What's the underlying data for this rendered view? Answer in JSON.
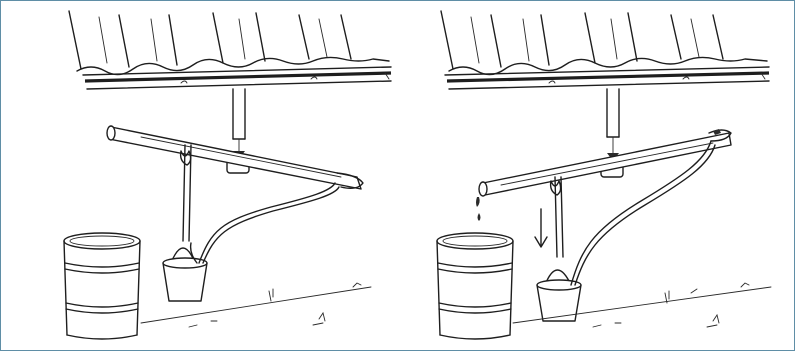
{
  "figure": {
    "panels": [
      {
        "id": "left",
        "state": "bucket-resting"
      },
      {
        "id": "right",
        "state": "bucket-lowering"
      }
    ],
    "colors": {
      "ink": "#1e1e1e",
      "border": "#5f8ea6",
      "background": "#ffffff"
    }
  }
}
